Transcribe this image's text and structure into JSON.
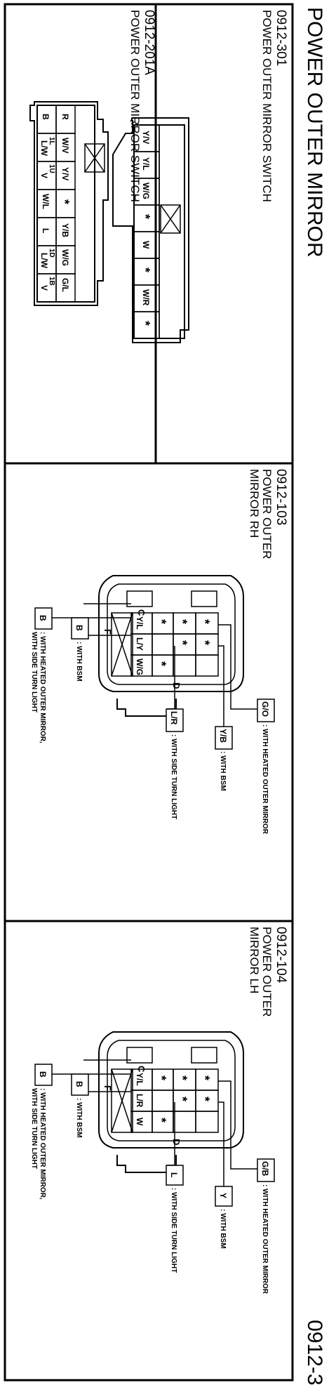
{
  "page": {
    "title": "POWER OUTER MIRROR",
    "page_number": "0912-3"
  },
  "switch_301": {
    "code": "0912-301",
    "name": "POWER OUTER MIRROR SWITCH",
    "pins": [
      "Y/V",
      "Y/L",
      "W/G",
      "*",
      "W",
      "*",
      "W/R",
      "*"
    ]
  },
  "switch_201a": {
    "code": "0912-201A",
    "name": "POWER OUTER MIRROR SWITCH",
    "top_row": [
      "R",
      "W/V",
      "Y/V",
      "*",
      "Y/B",
      "W/G",
      "G/L"
    ],
    "bottom_row": [
      "B",
      "L/W",
      "V",
      "W/L",
      "L",
      "L/W",
      "V"
    ],
    "mini_marks": [
      "1L",
      "1U",
      "1D",
      "1B"
    ]
  },
  "mirror_rh": {
    "code": "0912-103",
    "name_line1": "POWER OUTER",
    "name_line2": "MIRROR RH",
    "top_row": [
      "*",
      "*",
      "*",
      "W/G"
    ],
    "middle_row": [
      "*",
      "*",
      "L/Y"
    ],
    "bottom_row": [
      "*",
      "Y/L"
    ],
    "letters": [
      "C",
      "F",
      "D"
    ],
    "boxes": [
      "G/O",
      "Y/B",
      "L/R",
      "B",
      "B"
    ],
    "notes": {
      "heated": ": WITH HEATED OUTER MIRROR",
      "bsm_top": ": WITH BSM",
      "side_turn": ": WITH SIDE TURN LIGHT",
      "bsm_bottom": ": WITH BSM",
      "heated_side_1": ": WITH HEATED OUTER MIRROR,",
      "heated_side_2": "WITH SIDE TURN LIGHT"
    }
  },
  "mirror_lh": {
    "code": "0912-104",
    "name_line1": "POWER OUTER",
    "name_line2": "MIRROR LH",
    "top_row": [
      "*",
      "*",
      "*",
      "W"
    ],
    "middle_row": [
      "*",
      "*",
      "L/R"
    ],
    "bottom_row": [
      "*",
      "Y/L"
    ],
    "letters": [
      "C",
      "F",
      "D"
    ],
    "boxes": [
      "G/B",
      "Y",
      "L",
      "B",
      "B"
    ],
    "notes": {
      "heated": ": WITH HEATED OUTER MIRROR",
      "bsm_top": ": WITH BSM",
      "side_turn": ": WITH SIDE TURN LIGHT",
      "bsm_bottom": ": WITH BSM",
      "heated_side_1": ": WITH HEATED OUTER MIRROR,",
      "heated_side_2": "WITH SIDE TURN LIGHT"
    }
  }
}
